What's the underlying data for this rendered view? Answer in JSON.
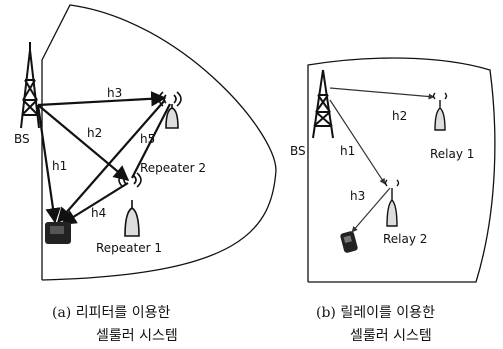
{
  "panel_a": {
    "bs_label": "BS",
    "channels": {
      "h1": "h1",
      "h2": "h2",
      "h3": "h3",
      "h4": "h4",
      "h5": "h5"
    },
    "repeater1_label": "Repeater 1",
    "repeater2_label": "Repeater 2",
    "caption_line1": "(a)  리피터를 이용한",
    "caption_line2": "셀룰러 시스템"
  },
  "panel_b": {
    "bs_label": "BS",
    "channels": {
      "h1": "h1",
      "h2": "h2",
      "h3": "h3"
    },
    "relay1_label": "Relay 1",
    "relay2_label": "Relay 2",
    "caption_line1": "(b)  릴레이를 이용한",
    "caption_line2": "셀룰러 시스템"
  }
}
